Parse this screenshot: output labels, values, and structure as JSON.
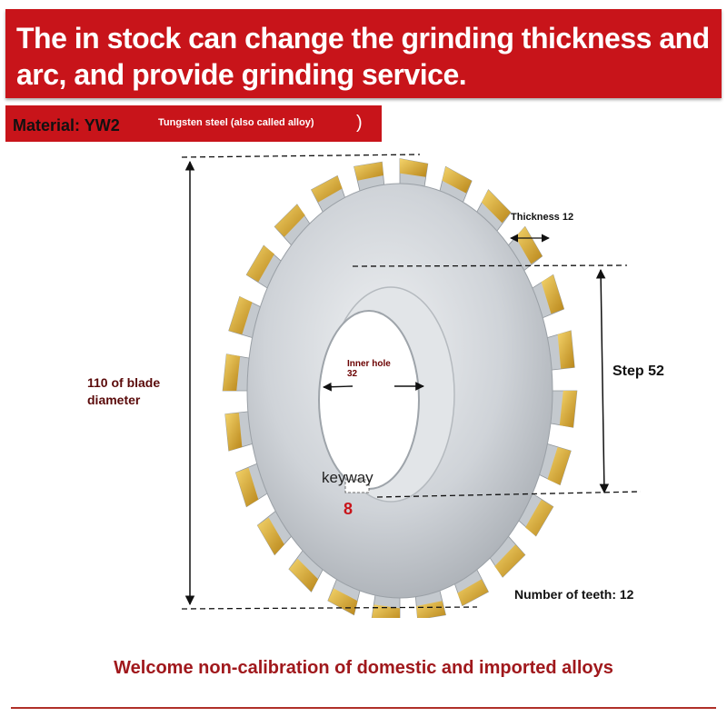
{
  "banner": {
    "headline": "The in stock can change the grinding thickness and arc, and provide grinding service."
  },
  "material": {
    "label": "Material: YW2",
    "description": "Tungsten steel (also called alloy)",
    "close_paren": ")"
  },
  "dimensions": {
    "diameter": "110 of blade diameter",
    "thickness": "Thickness 12",
    "step": "Step 52",
    "inner_hole_label": "Inner hole",
    "inner_hole_value": "32",
    "keyway_label": "keyway",
    "keyway_value": "8",
    "teeth": "Number of teeth: 12"
  },
  "footer": {
    "text": "Welcome non-calibration of domestic and imported alloys"
  },
  "colors": {
    "banner_red": "#c8141a",
    "footer_text": "#a0181c",
    "blade_steel": "#cfd3d8",
    "tooth_tip_gold": "#d9a521"
  },
  "icons": [
    "saw-blade-illustration",
    "dimension-arrow"
  ]
}
